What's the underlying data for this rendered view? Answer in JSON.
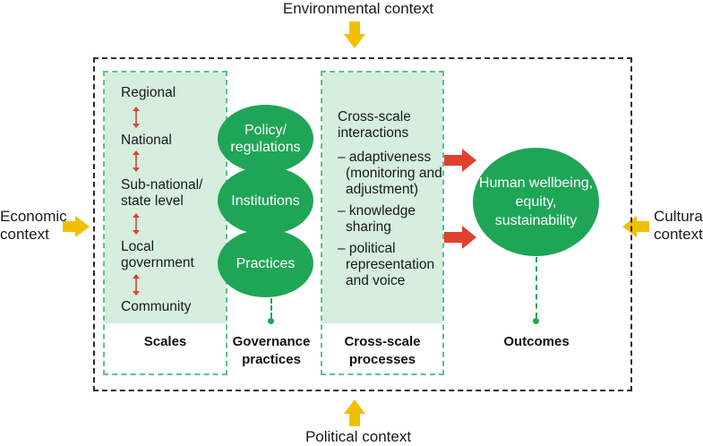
{
  "contexts": {
    "top": "Environmental context",
    "bottom": "Political context",
    "left": [
      "Economic",
      "context"
    ],
    "right": [
      "Cultural",
      "context"
    ]
  },
  "scales": {
    "items": [
      "Regional",
      "National",
      "Sub-national/",
      "state level",
      "Local",
      "government",
      "Community"
    ],
    "label": "Scales"
  },
  "governance": {
    "ellipses": [
      [
        "Policy/",
        "regulations"
      ],
      [
        "Institutions"
      ],
      [
        "Practices"
      ]
    ],
    "label": [
      "Governance",
      "practices"
    ]
  },
  "cross_scale": {
    "heading": [
      "Cross-scale",
      "interactions"
    ],
    "bullets": [
      [
        "– adaptiveness",
        "(monitoring and",
        "adjustment)"
      ],
      [
        "– knowledge",
        "sharing"
      ],
      [
        "– political",
        "representation",
        "and voice"
      ]
    ],
    "label": [
      "Cross-scale",
      "processes"
    ]
  },
  "outcomes": {
    "ellipse": [
      "Human wellbeing,",
      "equity, sustainability"
    ],
    "label": "Outcomes"
  },
  "colors": {
    "green": "#1fa556",
    "light_green": "#d6eedd",
    "red_arrow": "#e0412f",
    "yellow_arrow": "#f0c000"
  }
}
